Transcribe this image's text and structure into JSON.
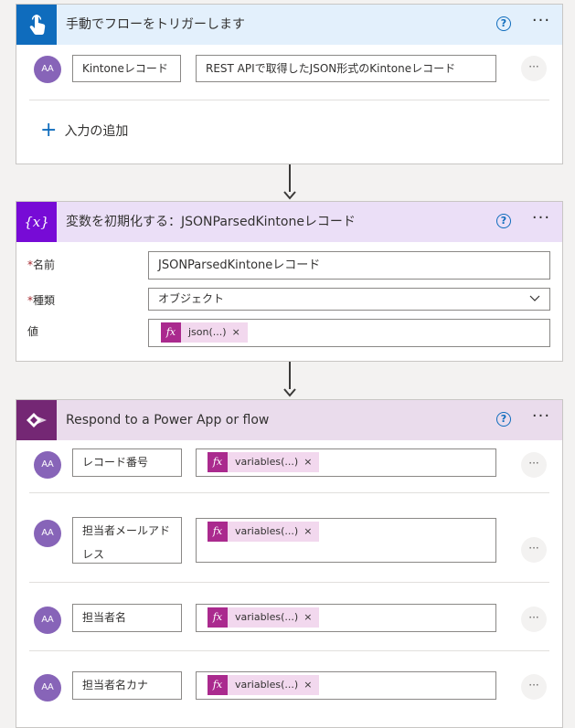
{
  "trigger": {
    "title": "手動でフローをトリガーします",
    "input_name": "Kintoneレコード",
    "input_description": "REST APIで取得したJSON形式のKintoneレコード",
    "avatar_text": "AA",
    "add_input_label": "入力の追加",
    "help_glyph": "?",
    "more_glyph": "···",
    "row_more_glyph": "···",
    "header_color": "#e3f0fc",
    "icon_color": "#0f6cbd"
  },
  "init_variable": {
    "title": "変数を初期化する：JSONParsedKintoneレコード",
    "name_label": "名前",
    "name_value": "JSONParsedKintoneレコード",
    "type_label": "種類",
    "type_value": "オブジェクト",
    "value_label": "値",
    "value_token": "json(...)",
    "token_close": "×",
    "fx_glyph": "fx",
    "required_mark": "*",
    "header_color": "#ebdff7",
    "icon_color": "#770bd6",
    "icon_glyph": "{x}"
  },
  "respond": {
    "title": "Respond to a Power App or flow",
    "header_color": "#eadcec",
    "icon_color": "#742774",
    "rows": [
      {
        "name": "レコード番号",
        "token": "variables(...)"
      },
      {
        "name": "担当者メールアドレス",
        "token": "variables(...)"
      },
      {
        "name": "担当者名",
        "token": "variables(...)"
      },
      {
        "name": "担当者名カナ",
        "token": "variables(...)"
      }
    ]
  }
}
